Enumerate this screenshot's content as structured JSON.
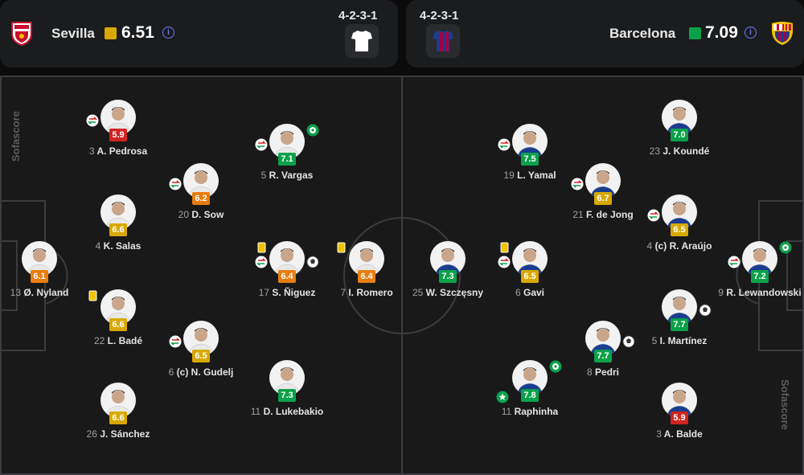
{
  "home": {
    "name": "Sevilla",
    "rating": "6.51",
    "formation": "4-2-3-1",
    "rating_color": "#d9a800",
    "crest": "sevilla-crest",
    "kit": "white-shirt"
  },
  "away": {
    "name": "Barcelona",
    "rating": "7.09",
    "formation": "4-2-3-1",
    "rating_color": "#0ba14a",
    "crest": "barcelona-crest",
    "kit": "blue-red-shirt"
  },
  "watermark": "Sofascore",
  "home_players": [
    {
      "num": "13",
      "name": "Ø. Nyland",
      "rating": "6.1"
    },
    {
      "num": "3",
      "name": "A. Pedrosa",
      "rating": "5.9"
    },
    {
      "num": "4",
      "name": "K. Salas",
      "rating": "6.6"
    },
    {
      "num": "22",
      "name": "L. Badé",
      "rating": "6.6"
    },
    {
      "num": "26",
      "name": "J. Sánchez",
      "rating": "6.6"
    },
    {
      "num": "20",
      "name": "D. Sow",
      "rating": "6.2"
    },
    {
      "num": "6",
      "name": "(c) N. Gudelj",
      "rating": "6.5"
    },
    {
      "num": "5",
      "name": "R. Vargas",
      "rating": "7.1"
    },
    {
      "num": "17",
      "name": "S. Ñiguez",
      "rating": "6.4"
    },
    {
      "num": "11",
      "name": "D. Lukebakio",
      "rating": "7.3"
    },
    {
      "num": "7",
      "name": "I. Romero",
      "rating": "6.4"
    }
  ],
  "away_players": [
    {
      "num": "25",
      "name": "W. Szczęsny",
      "rating": "7.3"
    },
    {
      "num": "23",
      "name": "J. Koundé",
      "rating": "7.0"
    },
    {
      "num": "4",
      "name": "(c) R. Araújo",
      "rating": "6.5"
    },
    {
      "num": "5",
      "name": "I. Martínez",
      "rating": "7.7"
    },
    {
      "num": "3",
      "name": "A. Balde",
      "rating": "5.9"
    },
    {
      "num": "21",
      "name": "F. de Jong",
      "rating": "6.7"
    },
    {
      "num": "8",
      "name": "Pedri",
      "rating": "7.7"
    },
    {
      "num": "19",
      "name": "L. Yamal",
      "rating": "7.5"
    },
    {
      "num": "6",
      "name": "Gavi",
      "rating": "6.5"
    },
    {
      "num": "11",
      "name": "Raphinha",
      "rating": "7.8"
    },
    {
      "num": "9",
      "name": "R. Lewandowski",
      "rating": "7.2"
    }
  ]
}
